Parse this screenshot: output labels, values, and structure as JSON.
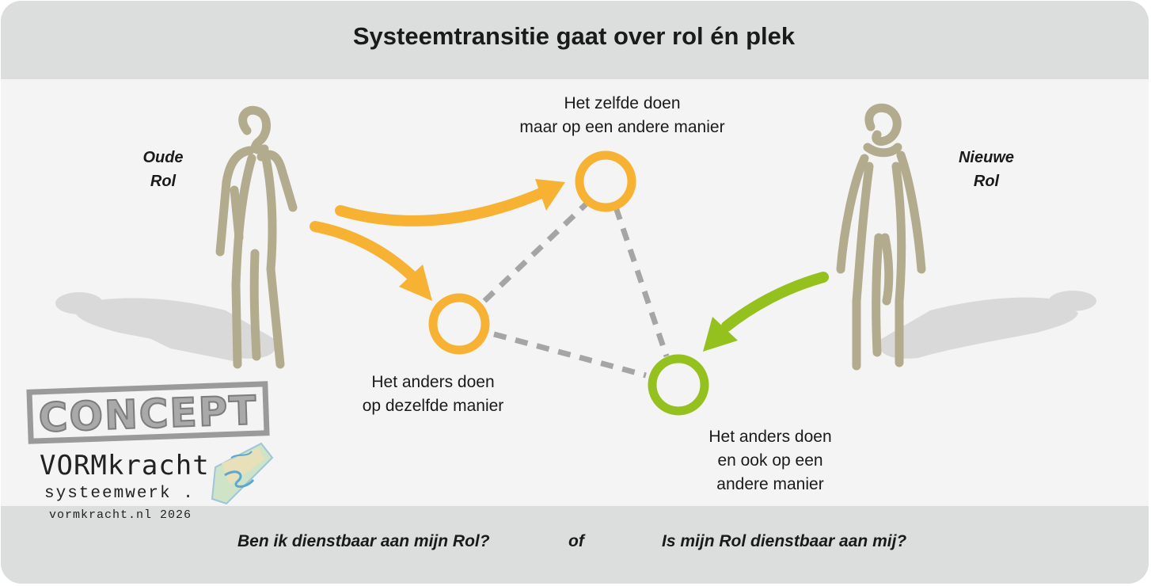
{
  "title": "Systeemtransitie gaat over rol én plek",
  "roles": {
    "old": {
      "line1": "Oude",
      "line2": "Rol"
    },
    "new": {
      "line1": "Nieuwe",
      "line2": "Rol"
    }
  },
  "nodes": {
    "top": {
      "line1": "Het zelfde doen",
      "line2": "maar op een andere manier"
    },
    "left": {
      "line1": "Het anders doen",
      "line2": "op dezelfde manier"
    },
    "right": {
      "line1": "Het anders doen",
      "line2": "en ook op een",
      "line3": "andere manier"
    }
  },
  "questions": {
    "left": "Ben ik dienstbaar aan mijn Rol?",
    "mid": "of",
    "right": "Is mijn Rol dienstbaar aan mij?"
  },
  "stamp": "CONCEPT",
  "brand": {
    "name": "VORMkracht",
    "sub": "systeemwerk .",
    "url": "vormkracht.nl 2026"
  },
  "colors": {
    "orange": "#f7b233",
    "green": "#95c11f",
    "figure": "#b2ab8d",
    "dash": "#a5a5a5",
    "shadow": "#d9d9d9",
    "band": "#dcdddd"
  }
}
